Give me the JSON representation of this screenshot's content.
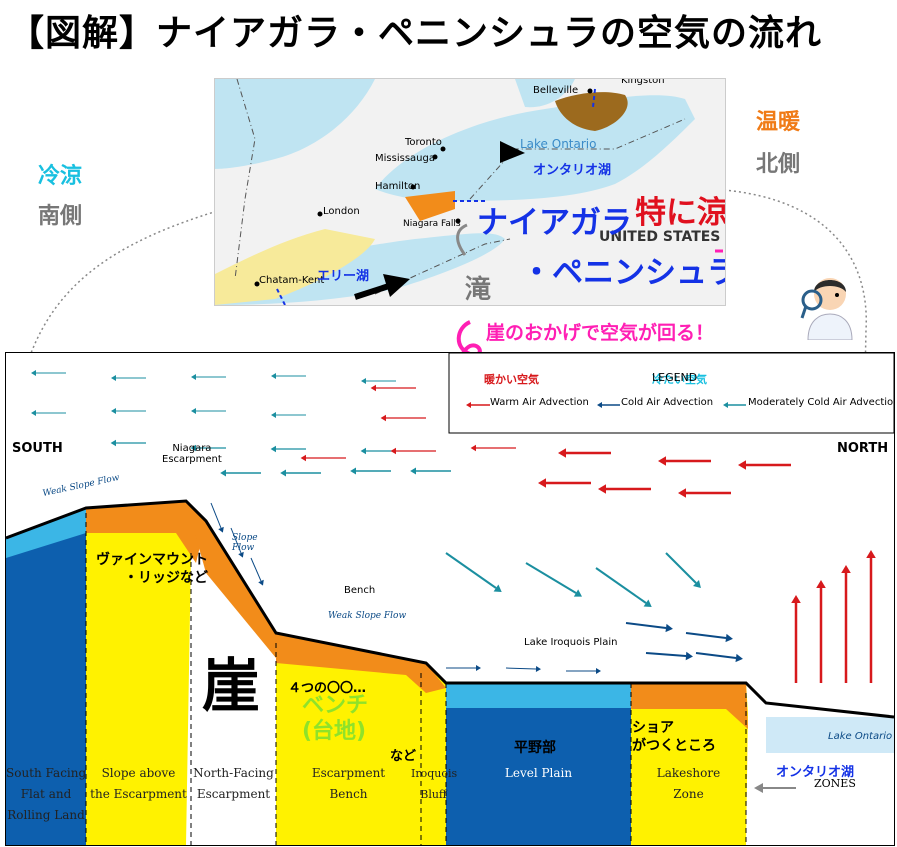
{
  "title": "【図解】ナイアガラ・ペニンシュラの空気の流れ",
  "side_labels": {
    "left_top": "冷涼",
    "left_bottom": "南側",
    "right_top": "温暖",
    "right_bottom": "北側"
  },
  "map": {
    "places": {
      "belleville": "Belleville",
      "kingston": "Kingston",
      "toronto": "Toronto",
      "mississauga": "Mississauga",
      "hamilton": "Hamilton",
      "london": "London",
      "niagara_falls": "Niagara Falls",
      "chatam_kent": "Chatam-Kent",
      "lake_ontario": "Lake Ontario",
      "united_states": "UNITED STATES"
    },
    "annotations": {
      "ontario_jp": "オンタリオ湖",
      "erie_jp": "エリー湖",
      "niagara_jp": "ナイアガラ",
      "peninsula_jp": "・ペニンシュラ",
      "taki": "滝",
      "tokuni": "特に涼"
    }
  },
  "caption": "崖のおかげで空気が回る！",
  "colors": {
    "warm": "#d7191c",
    "cold": "#0b4a86",
    "moderate": "#1b8fa0",
    "magenta": "#ff1fb4"
  },
  "legend": {
    "title": "LEGEND",
    "warm": "Warm Air Advection",
    "cold": "Cold Air Advection",
    "moderate": "Moderately Cold Air Advection",
    "warm_jp": "暖かい空気",
    "cold_jp": "冷たい空気"
  },
  "diagram": {
    "south": "SOUTH",
    "north": "NORTH",
    "niagara_escarpment": "Niagara\nEscarpment",
    "weak_slope_flow": "Weak Slope Flow",
    "slope_flow": "Slope\nFlow",
    "bench": "Bench",
    "lake_iroquois_plain": "Lake Iroquois Plain",
    "lake_ontario": "Lake Ontario",
    "zones_label": "ZONES",
    "zones": [
      "South Facing\nFlat and\nRolling Land",
      "Slope above\nthe Escarpment",
      "North-Facing\nEscarpment",
      "Escarpment\nBench",
      "Iroquois\nBluff",
      "Level Plain",
      "Lakeshore\nZone"
    ],
    "jp": {
      "vinemount": "ヴァインマウント\n・リッジなど",
      "gake": "崖",
      "four": "４つの〇〇…",
      "bench": "ベンチ\n(台地)",
      "nado": "など",
      "heiya": "平野部",
      "shore": "ショア\nがつくところ",
      "ontario": "オンタリオ湖"
    }
  }
}
